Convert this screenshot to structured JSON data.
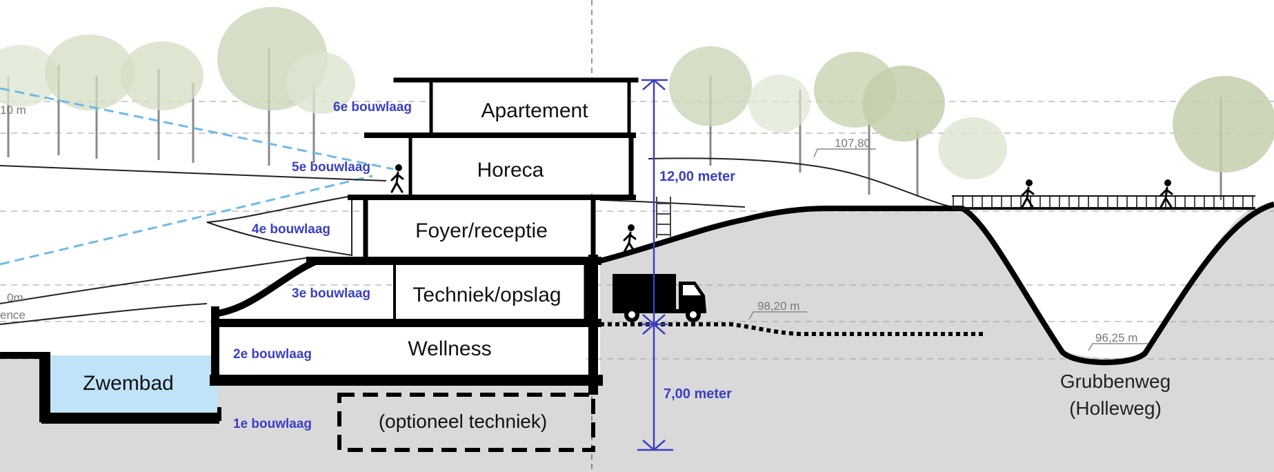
{
  "rooms": {
    "apartement": "Apartement",
    "horeca": "Horeca",
    "foyer": "Foyer/receptie",
    "techniek": "Techniek/opslag",
    "wellness": "Wellness",
    "zwembad": "Zwembad",
    "optioneel": "(optioneel techniek)"
  },
  "floors": {
    "f6": "6e bouwlaag",
    "f5": "5e bouwlaag",
    "f4": "4e bouwlaag",
    "f3": "3e bouwlaag",
    "f2": "2e bouwlaag",
    "f1": "1e bouwlaag"
  },
  "dimensions": {
    "upper": "12,00 meter",
    "lower": "7,00 meter"
  },
  "levels": {
    "left_top": "10 m",
    "left_mid": "0m",
    "left_cut": "ence",
    "tree_level": "107,80",
    "road_level": "98,20 m",
    "holloway_level": "96,25 m"
  },
  "road": {
    "line1": "Grubbenweg",
    "line2": "(Holleweg)"
  },
  "colors": {
    "floor_label": "#3a3fc4",
    "dimension": "#3a3fc4",
    "ground": "#d9d9d9",
    "pool_water": "#bfe3f7",
    "sightline": "#6cbbe6",
    "tree_foliage": "#c6d3b0"
  }
}
